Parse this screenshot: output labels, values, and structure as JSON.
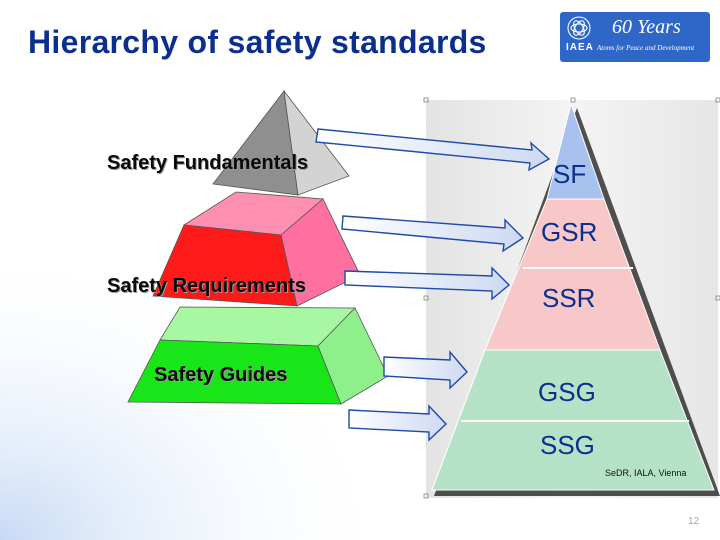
{
  "slide": {
    "title": "Hierarchy of safety standards",
    "page_number": "12"
  },
  "logo": {
    "years": "60 Years",
    "org": "IAEA",
    "tagline": "Atoms for Peace and Development"
  },
  "left_pyramid": {
    "labels": {
      "fundamentals": "Safety Fundamentals",
      "requirements": "Safety Requirements",
      "guides": "Safety Guides"
    },
    "colors": {
      "top": "#9e9e9e",
      "middle": "#ff1a1a",
      "bottom": "#19e619"
    }
  },
  "right_pyramid": {
    "levels": {
      "sf": "SF",
      "gsr": "GSR",
      "ssr": "SSR",
      "gsg": "GSG",
      "ssg": "SSG"
    },
    "credit": "SeDR, IALA, Vienna",
    "colors": {
      "sf": "#a9c1ee",
      "safety_req": "#f8c8c8",
      "guides": "#b5e2c6"
    }
  }
}
